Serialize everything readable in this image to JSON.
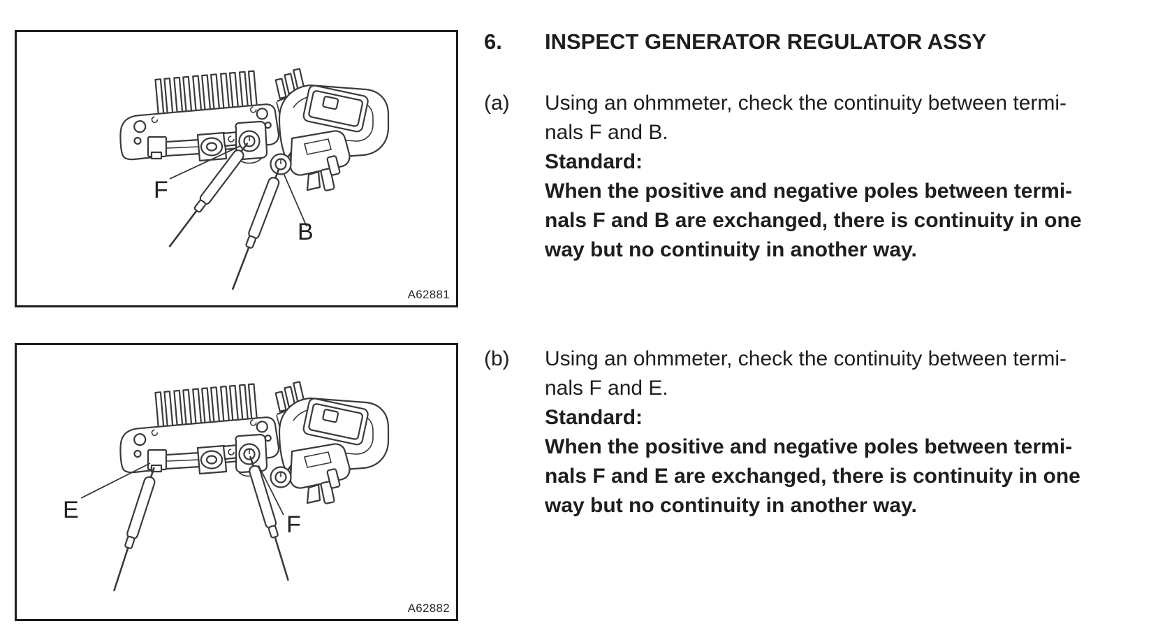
{
  "page": {
    "background": "#ffffff",
    "text_color": "#1e1e1e",
    "drawing_line_color": "#3a3a3a"
  },
  "section": {
    "number": "6.",
    "title": "INSPECT GENERATOR REGULATOR ASSY",
    "items": [
      {
        "marker": "(a)",
        "lines": [
          "Using an ohmmeter, check the continuity between termi-",
          "nals F and B.",
          "Standard:",
          "When the positive and negative poles between termi-",
          "nals F and B are exchanged, there is continuity in one",
          "way but no continuity in another way."
        ]
      },
      {
        "marker": "(b)",
        "lines": [
          "Using an ohmmeter, check the continuity between termi-",
          "nals F and E.",
          "Standard:",
          "When the positive and negative poles between termi-",
          "nals F and E are exchanged, there is continuity in one",
          "way but no continuity in another way."
        ]
      }
    ]
  },
  "figures": [
    {
      "code": "A62881",
      "labels": {
        "label_left": "F",
        "label_right": "B"
      }
    },
    {
      "code": "A62882",
      "labels": {
        "label_left": "E",
        "label_right": "F"
      }
    }
  ]
}
